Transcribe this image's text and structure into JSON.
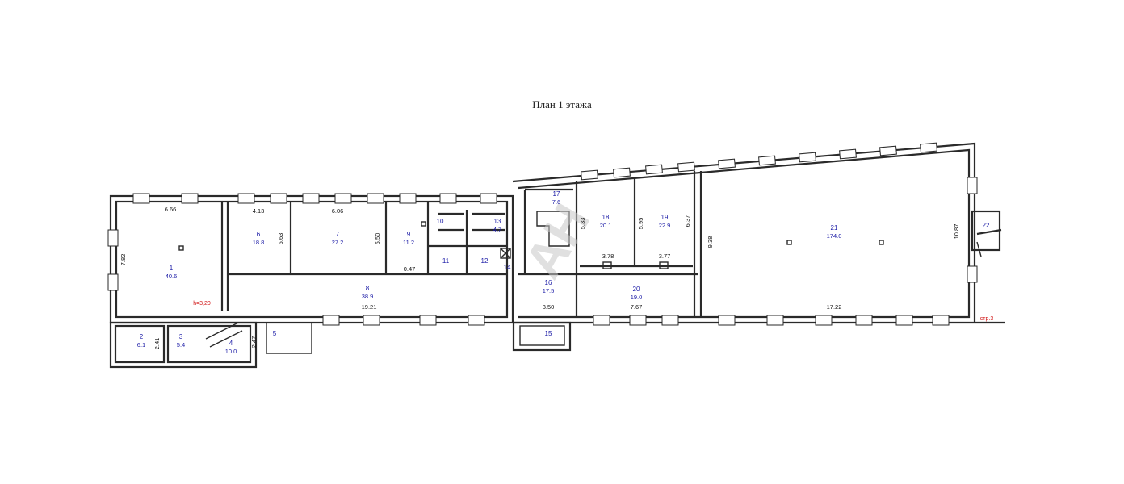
{
  "title": "План 1 этажа",
  "watermark": "АН",
  "height_mark": "h=3,20",
  "section_mark": "стр.3",
  "rooms": [
    {
      "num": "1",
      "area": "40.6"
    },
    {
      "num": "2",
      "area": "6.1"
    },
    {
      "num": "3",
      "area": "5.4"
    },
    {
      "num": "4",
      "area": "10.0"
    },
    {
      "num": "5",
      "area": ""
    },
    {
      "num": "6",
      "area": "18.8"
    },
    {
      "num": "7",
      "area": "27.2"
    },
    {
      "num": "8",
      "area": "38.9"
    },
    {
      "num": "9",
      "area": "11.2"
    },
    {
      "num": "10",
      "area": ""
    },
    {
      "num": "11",
      "area": ""
    },
    {
      "num": "12",
      "area": ""
    },
    {
      "num": "13",
      "area": "4.7"
    },
    {
      "num": "14",
      "area": ""
    },
    {
      "num": "15",
      "area": ""
    },
    {
      "num": "16",
      "area": "17.5"
    },
    {
      "num": "17",
      "area": "7.6"
    },
    {
      "num": "18",
      "area": "20.1"
    },
    {
      "num": "19",
      "area": "22.9"
    },
    {
      "num": "20",
      "area": "19.0"
    },
    {
      "num": "21",
      "area": "174.0"
    },
    {
      "num": "22",
      "area": ""
    }
  ],
  "dimensions": [
    "6.66",
    "7.82",
    "4.13",
    "6.63",
    "6.06",
    "6.50",
    "0.47",
    "19.21",
    "2.41",
    "2.47",
    "5.33",
    "5.95",
    "6.37",
    "3.78",
    "3.77",
    "9.38",
    "3.50",
    "7.67",
    "17.22",
    "10.87"
  ]
}
